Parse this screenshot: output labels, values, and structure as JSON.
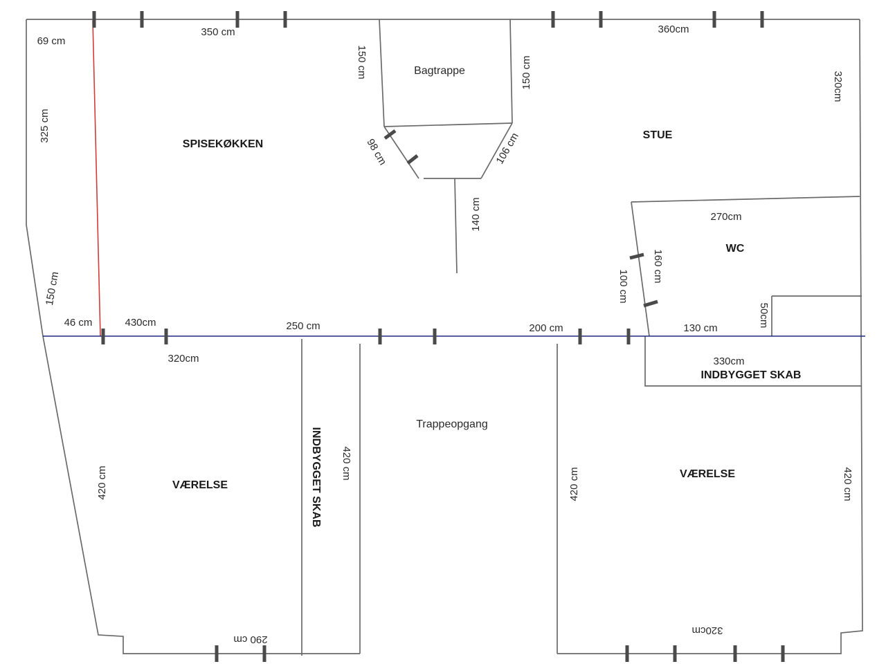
{
  "colors": {
    "wall": "#6a6a6a",
    "measure_line": "#1f2a7a",
    "red_line": "#d23a3a",
    "tick": "#4a4a4a",
    "background": "#ffffff"
  },
  "rooms": {
    "spisekokken": "SPISEKØKKEN",
    "bagtrappe": "Bagtrappe",
    "stue": "STUE",
    "wc": "WC",
    "indbygget_skab_right": "INDBYGGET SKAB",
    "indbygget_skab_vertical": "INDBYGGET SKAB",
    "trappeopgang": "Trappeopgang",
    "vaerelse_left": "VÆRELSE",
    "vaerelse_right": "VÆRELSE"
  },
  "dimensions": {
    "d69": "69 cm",
    "d350": "350 cm",
    "d150_bag_left": "150 cm",
    "d150_bag_right": "150 cm",
    "d360": "360cm",
    "d320_right": "320cm",
    "d325": "325 cm",
    "d98": "98 cm",
    "d106": "106 cm",
    "d140": "140 cm",
    "d270": "270cm",
    "d160": "160 cm",
    "d100": "100 cm",
    "d50": "50cm",
    "d150_left": "150 cm",
    "d46": "46 cm",
    "d430": "430cm",
    "d250": "250 cm",
    "d200": "200 cm",
    "d130": "130 cm",
    "d320_top_left": "320cm",
    "d330": "330cm",
    "d420_left": "420 cm",
    "d420_skab": "420 cm",
    "d420_trappe": "420 cm",
    "d420_right": "420 cm",
    "d290": "290 cm",
    "d320_bottom": "320cm"
  }
}
